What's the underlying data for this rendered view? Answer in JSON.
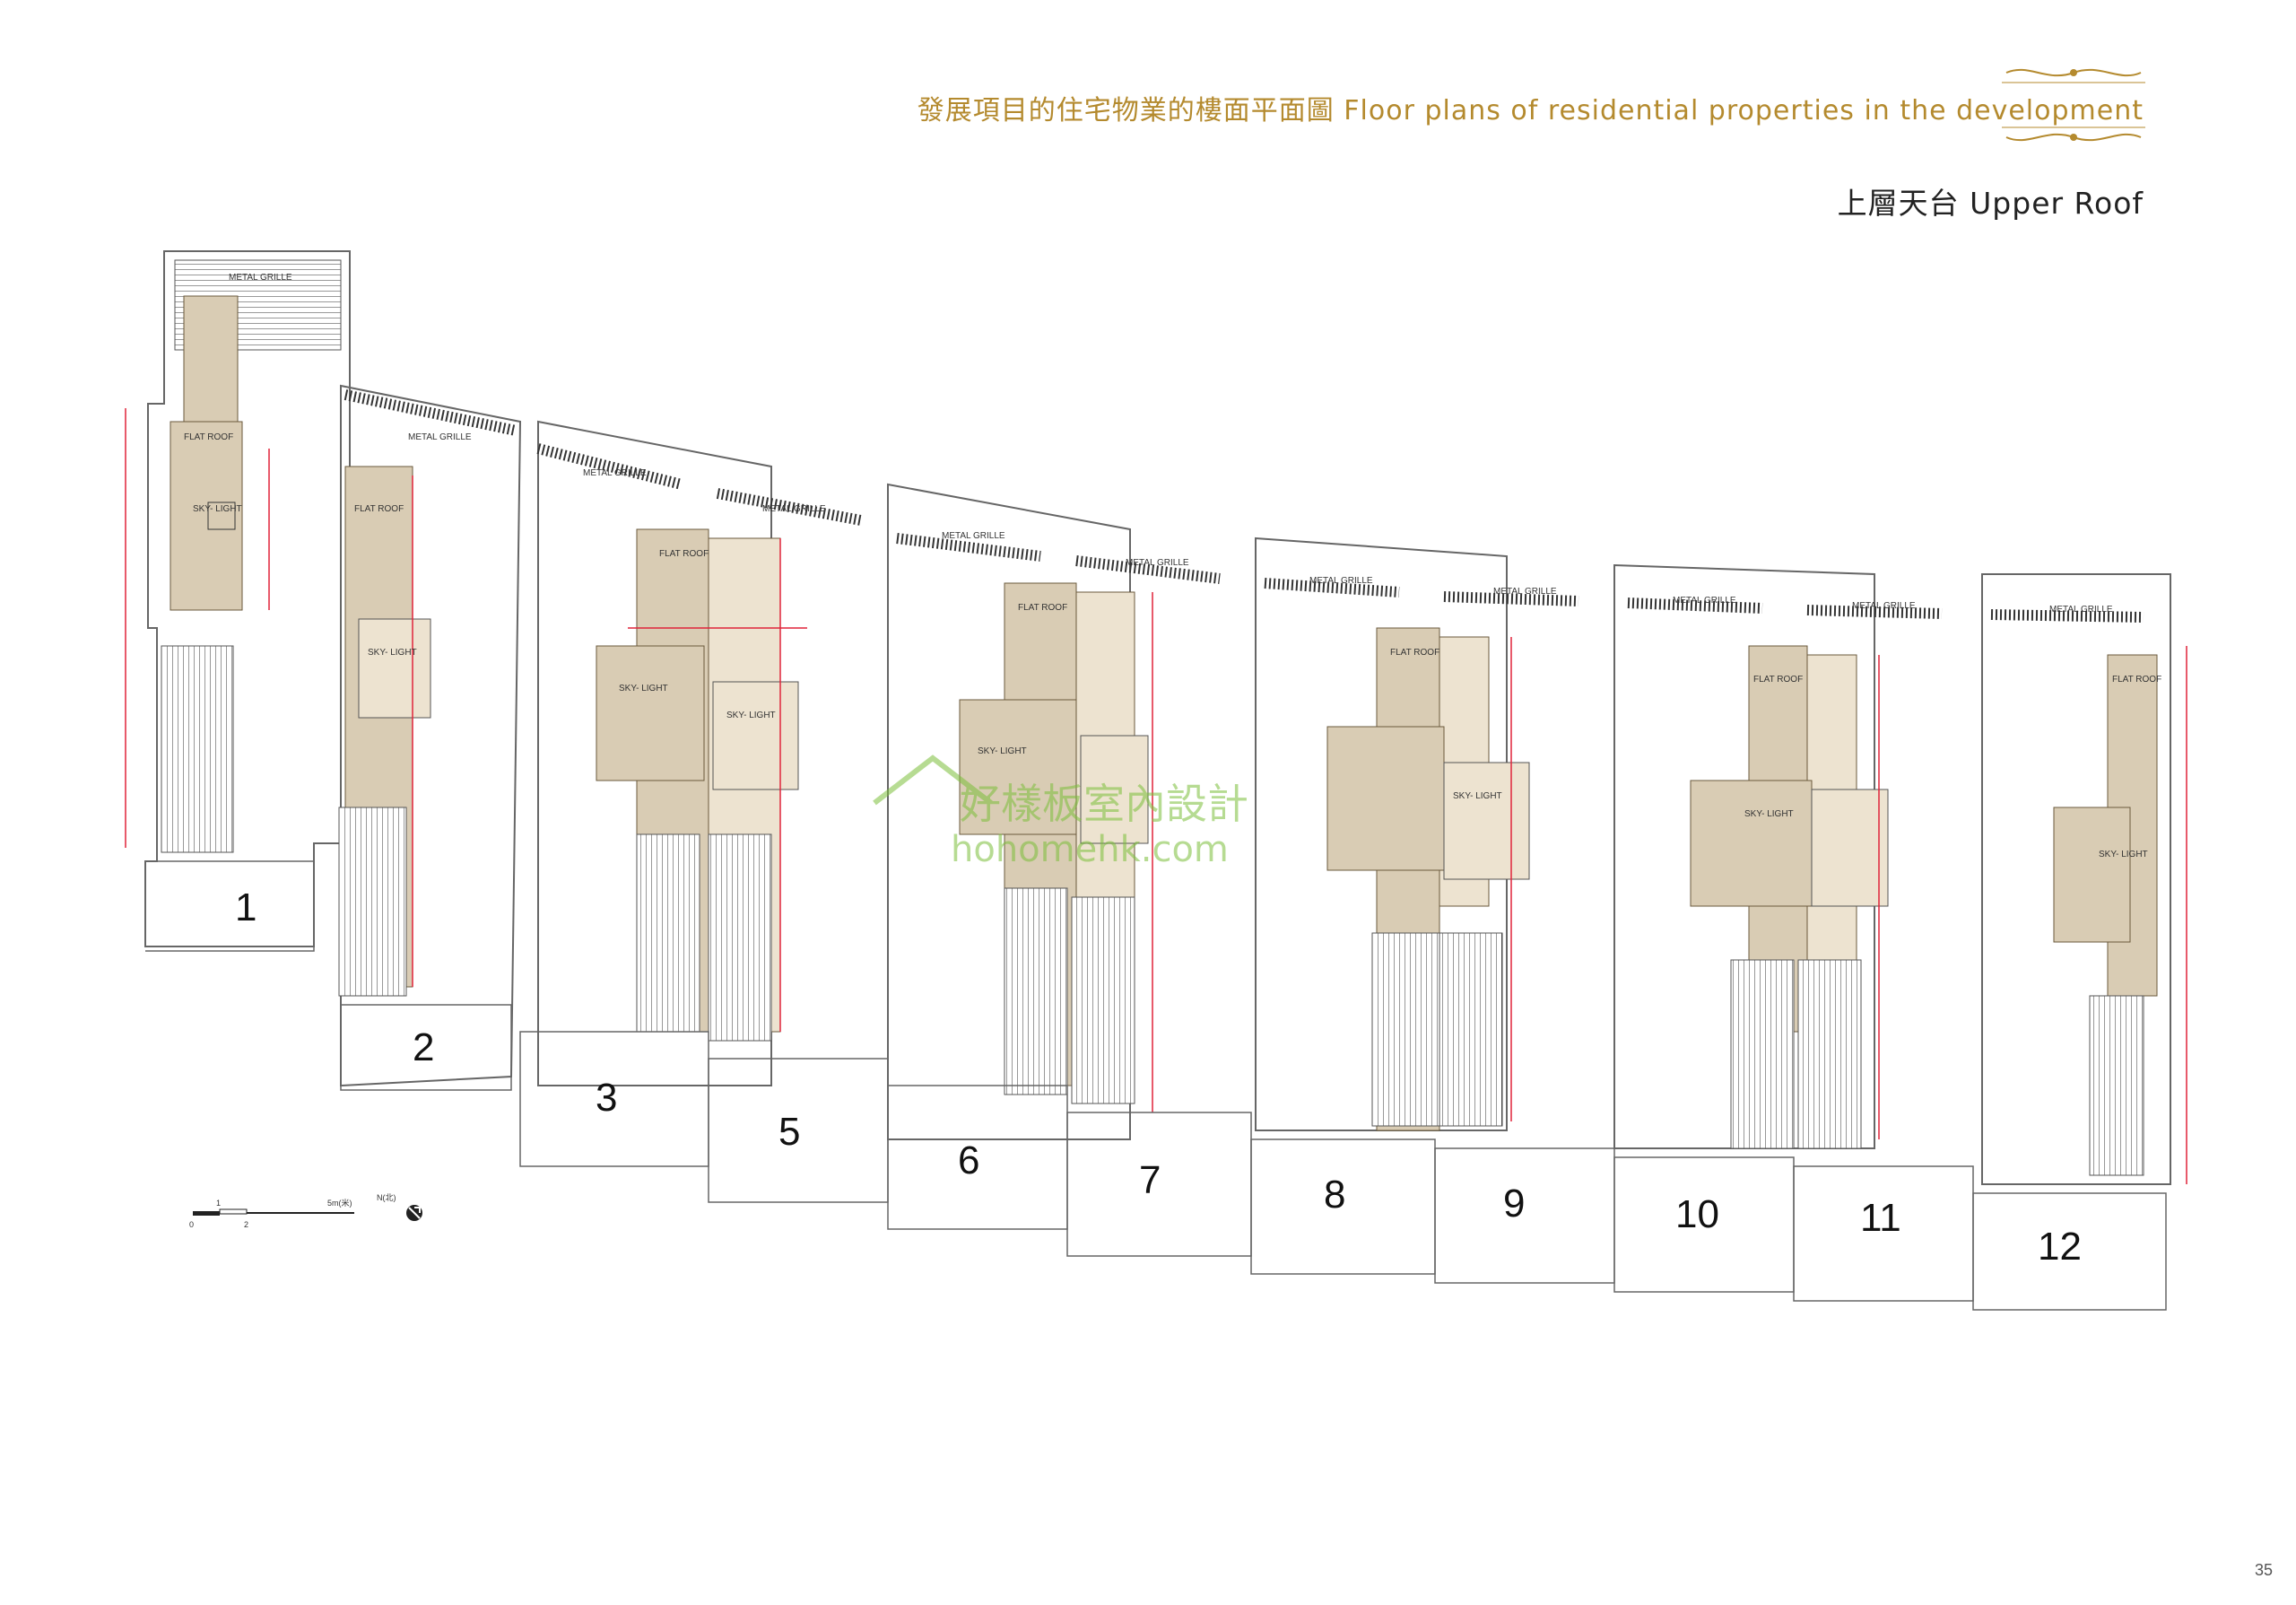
{
  "header": {
    "title": "發展項目的住宅物業的樓面平面圖 Floor plans of residential properties in the development",
    "subtitle": "上層天台 Upper Roof"
  },
  "plan": {
    "units": [
      "1",
      "2",
      "3",
      "5",
      "6",
      "7",
      "8",
      "9",
      "10",
      "11",
      "12"
    ],
    "labels": {
      "flat_roof": "FLAT ROOF",
      "skylight": "SKY- LIGHT",
      "metal_grille": "METAL GRILLE"
    },
    "scale_bar": {
      "ticks": [
        "0",
        "1",
        "2"
      ],
      "unit_label": "5m(米)",
      "north_label": "N(北)"
    }
  },
  "watermark": {
    "name": "好樣板室內設計",
    "url": "hohomehk.com"
  },
  "footer": {
    "page_number": "35"
  },
  "colors": {
    "gold": "#b48a2e",
    "roof_fill": "#d9ccb4",
    "dim_red": "#e0243a",
    "watermark_green": "#7bbf3a"
  }
}
